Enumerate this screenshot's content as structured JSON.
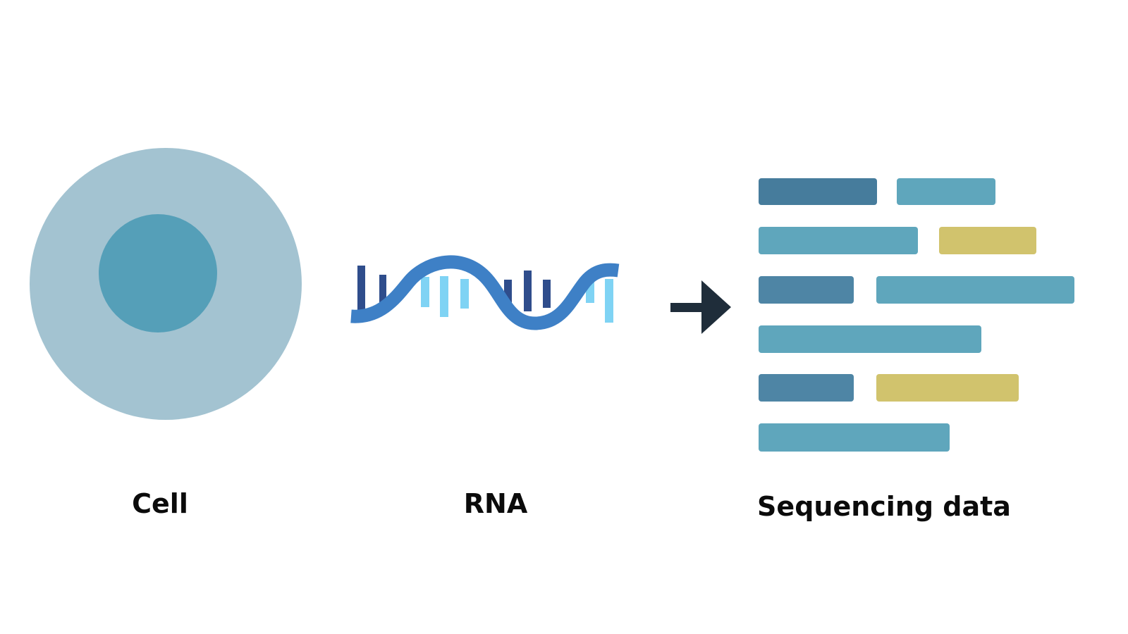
{
  "cell": {
    "label": "Cell",
    "membrane_color": "#a3c3d1",
    "nucleus_color": "#559fb8"
  },
  "rna": {
    "label": "RNA",
    "backbone_color": "#3e80c6",
    "base_dark_color": "#2f4d8c",
    "base_light_color": "#7fd3f4"
  },
  "arrow": {
    "color": "#1f2d3a"
  },
  "sequencing": {
    "label": "Sequencing data",
    "colors": {
      "dark": "#467c9c",
      "medium": "#4e85a5",
      "teal": "#5fa6bc",
      "yellow": "#d1c36d"
    }
  }
}
